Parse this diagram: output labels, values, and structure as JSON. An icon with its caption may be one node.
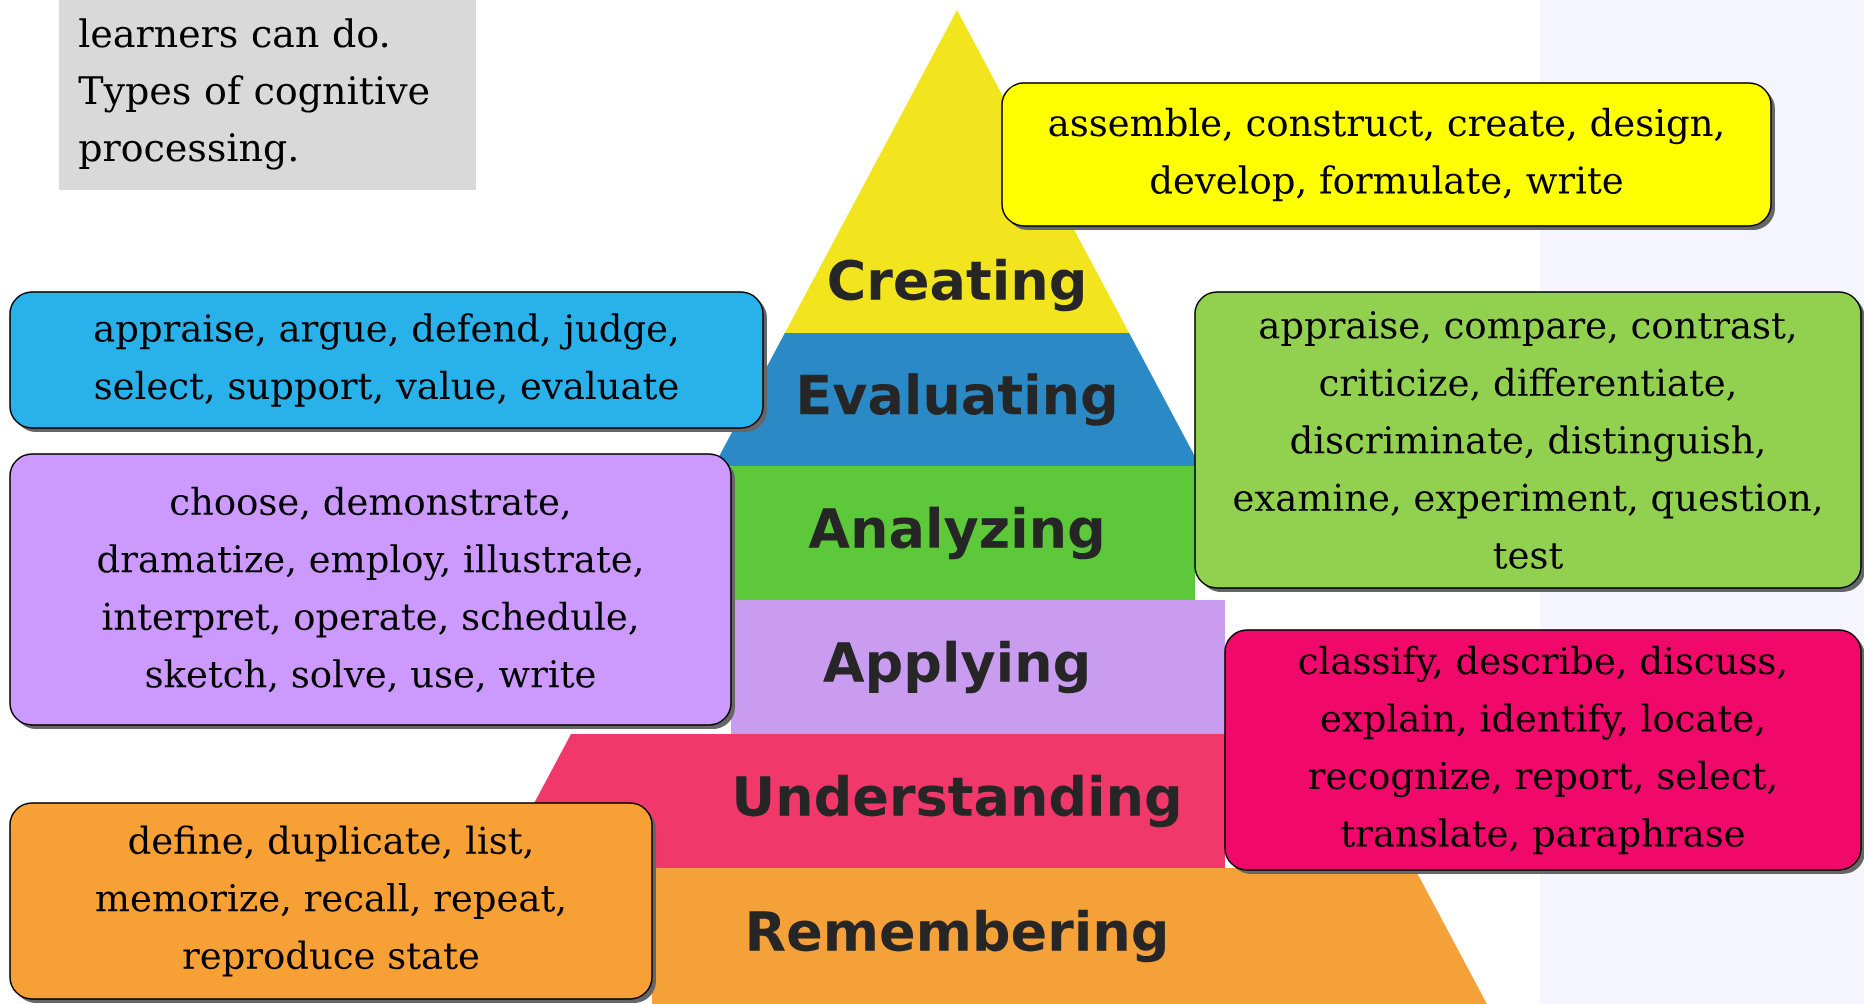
{
  "diagram": {
    "nodes": [
      {
        "text": [
          "learners can do. Types of cognitive processing."
        ]
      },
      {
        "text": [
          "Creating"
        ]
      },
      {
        "text": [
          "assemble, construct, create, design, develop, formulate, write"
        ]
      },
      {
        "text": [
          "appraise, argue, defend, judge, select, support, value, evaluate"
        ]
      },
      {
        "text": [
          "Evaluating"
        ]
      },
      {
        "text": [
          "appraise, compare, contrast, criticize, differentiate, discriminate, distinguish, examine, experiment, question, test"
        ]
      },
      {
        "text": [
          "choose, demonstrate, dramatize, employ, illustrate, interpret, operate, schedule, sketch, solve, use, write"
        ]
      },
      {
        "text": [
          "Analyzing"
        ]
      },
      {
        "text": [
          "Applying"
        ]
      },
      {
        "text": [
          "classify, describe, discuss, explain, identify, locate, recognize, report, select, translate, paraphrase"
        ]
      },
      {
        "text": [
          "Understanding"
        ]
      },
      {
        "text": [
          "define, duplicate, list, memorize, recall, repeat, reproduce state"
        ]
      },
      {
        "text": [
          "Remembering"
        ]
      }
    ]
  }
}
